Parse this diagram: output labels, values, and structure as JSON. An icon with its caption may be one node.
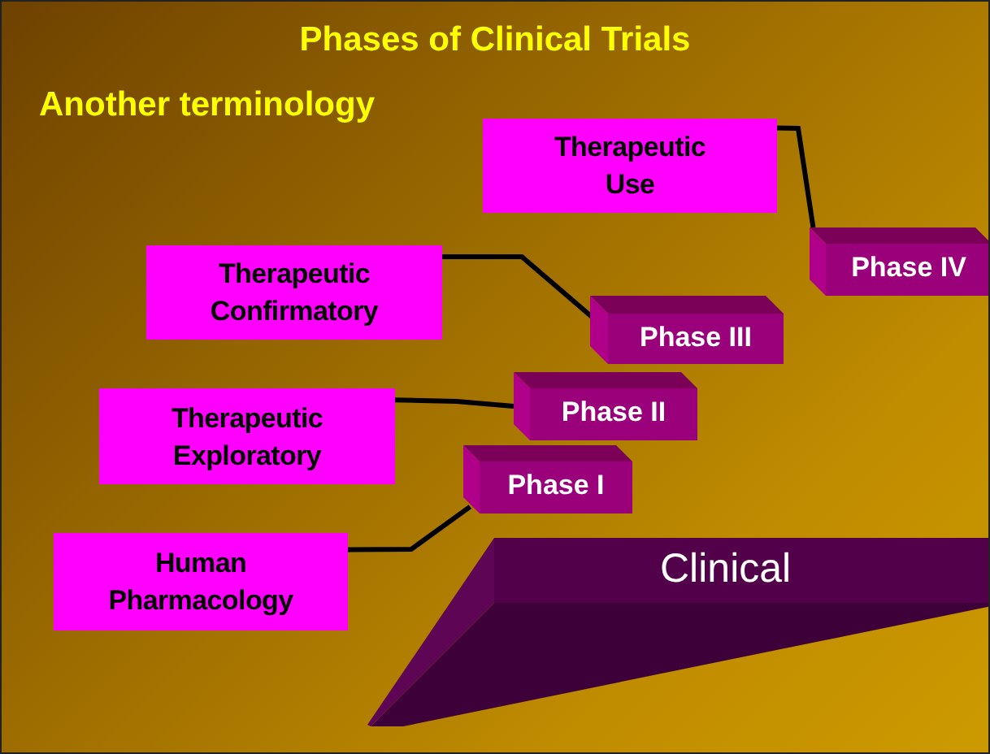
{
  "diagram": {
    "title": "Phases of Clinical Trials",
    "nodes": [
      {
        "text": [
          "Therapeutic Use"
        ]
      },
      {
        "text": [
          "Phase IV"
        ]
      },
      {
        "text": [
          "Therapeutic Confirmatory"
        ]
      },
      {
        "text": [
          "Phase III"
        ]
      },
      {
        "text": [
          "Therapeutic Exploratory"
        ]
      },
      {
        "text": [
          "Phase II"
        ]
      },
      {
        "text": [
          "Phase I"
        ]
      },
      {
        "text": [
          "Human Pharmacology"
        ]
      },
      {
        "text": [
          "Clinical"
        ]
      }
    ],
    "edges": [
      {
        "from": 0,
        "to": 1,
        "arrow": "none"
      },
      {
        "from": 2,
        "to": 3,
        "arrow": "none"
      },
      {
        "from": 4,
        "to": 5,
        "arrow": "none"
      },
      {
        "from": 7,
        "to": 6,
        "arrow": "none"
      }
    ],
    "labels": [
      "Another terminology"
    ]
  }
}
